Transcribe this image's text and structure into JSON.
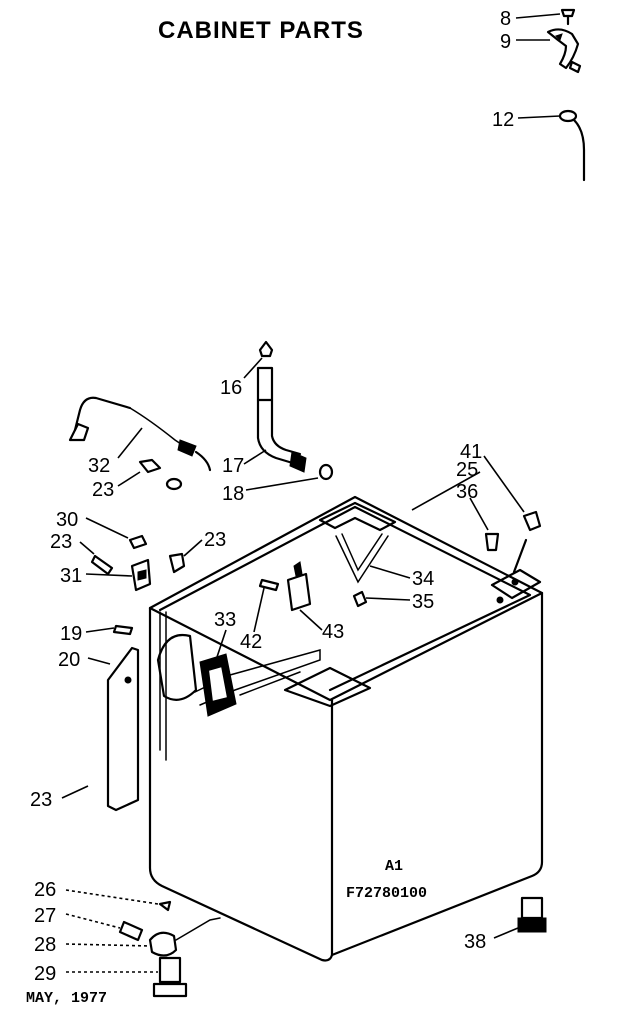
{
  "title": "CABINET PARTS",
  "footer_date": "MAY, 1977",
  "panel_text": {
    "line1": "A1",
    "line2": "F72780100"
  },
  "callouts": [
    "8",
    "9",
    "12",
    "16",
    "17",
    "18",
    "32",
    "23a",
    "30",
    "23b",
    "31",
    "23c",
    "19",
    "20",
    "33",
    "42",
    "43",
    "34",
    "35",
    "41",
    "25",
    "36",
    "23d",
    "26",
    "27",
    "28",
    "29",
    "38"
  ],
  "labels": {
    "8": "8",
    "9": "9",
    "12": "12",
    "16": "16",
    "17": "17",
    "18": "18",
    "32": "32",
    "23a": "23",
    "30": "30",
    "23b": "23",
    "31": "31",
    "23c": "23",
    "19": "19",
    "20": "20",
    "33": "33",
    "42": "42",
    "43": "43",
    "34": "34",
    "35": "35",
    "41": "41",
    "25": "25",
    "36": "36",
    "23d": "23",
    "26": "26",
    "27": "27",
    "28": "28",
    "29": "29",
    "38": "38"
  }
}
